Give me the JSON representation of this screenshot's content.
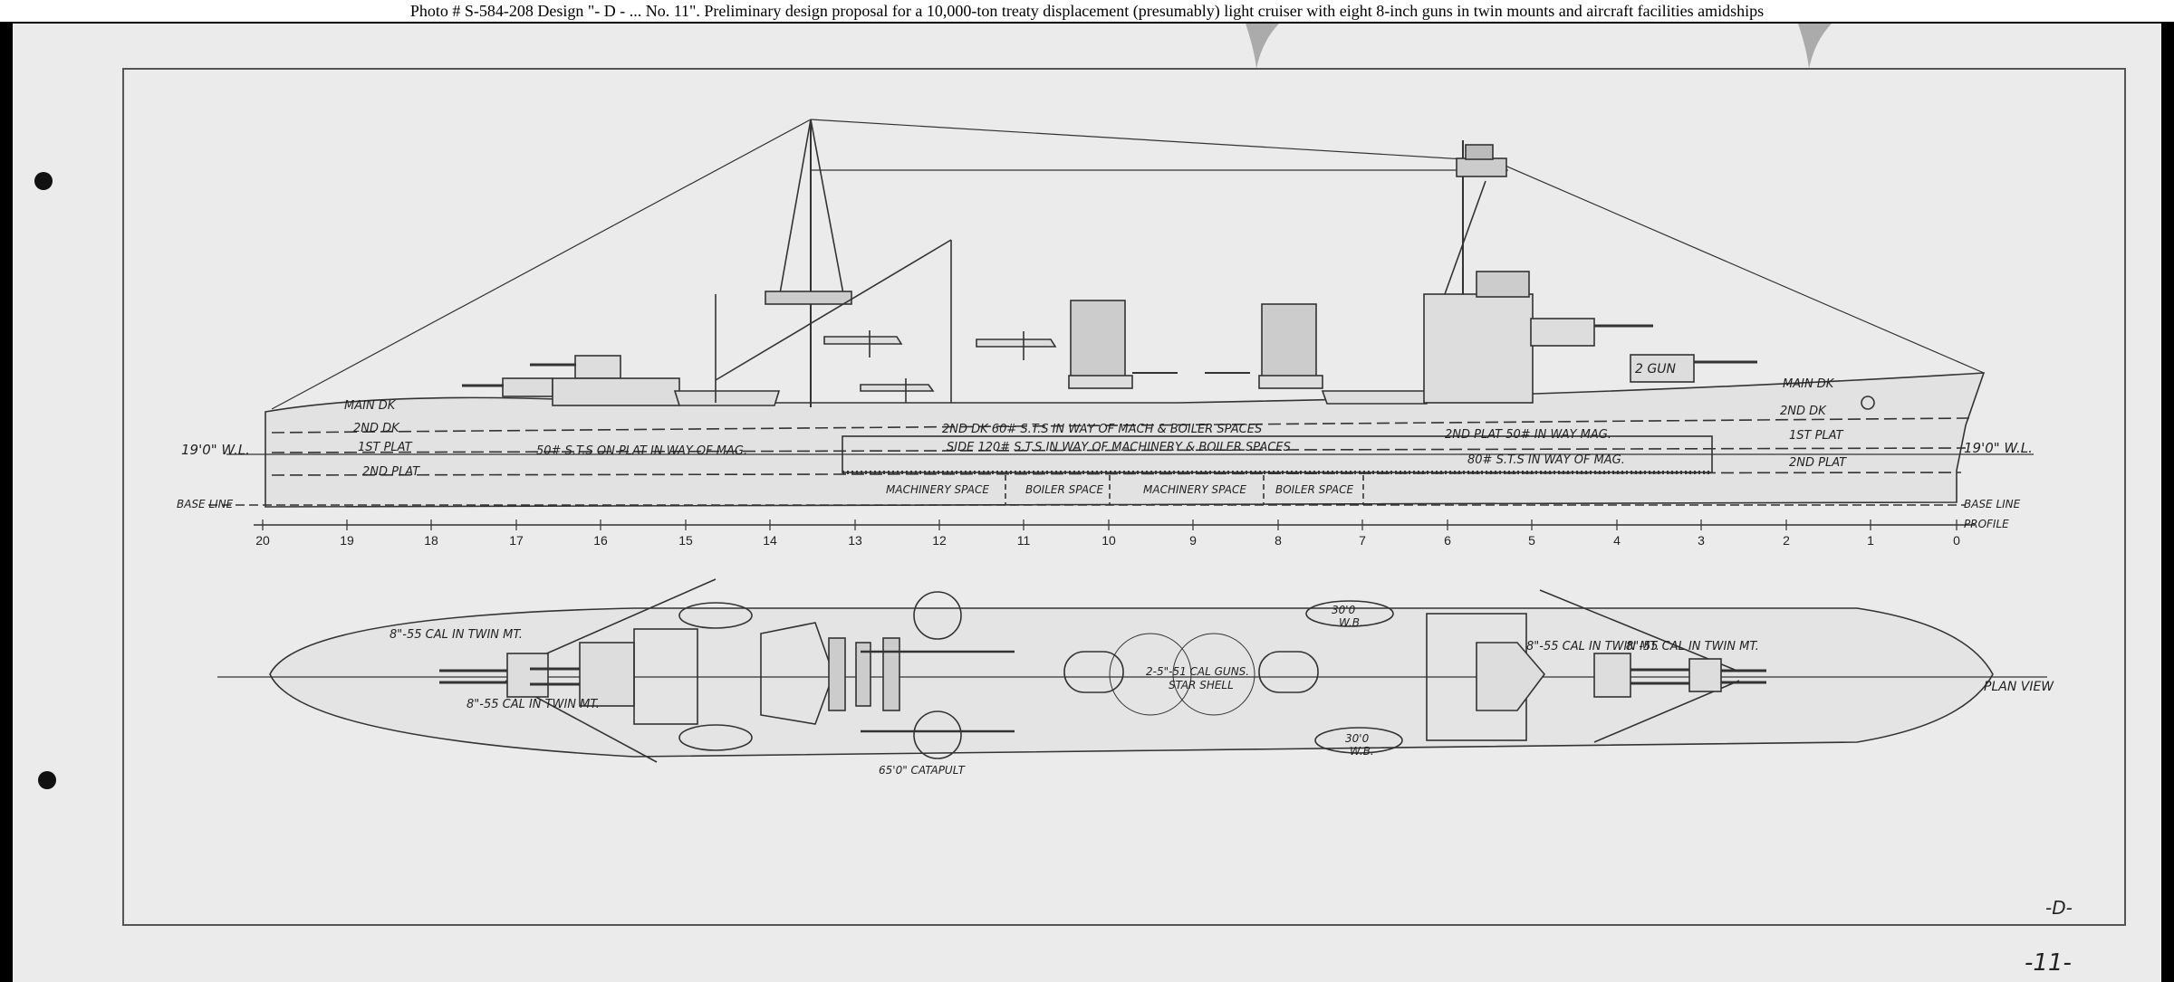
{
  "caption": "Photo # S-584-208 Design \"- D - ... No. 11\". Preliminary design proposal for a 10,000-ton treaty displacement (presumably) light cruiser with eight 8-inch guns in twin mounts and aircraft facilities amidships",
  "profile": {
    "decks": [
      "MAIN DK",
      "2ND DK",
      "1ST PLAT",
      "2ND PLAT"
    ],
    "decks_bow": [
      "MAIN DK",
      "2ND DK",
      "1ST PLAT",
      "2ND PLAT"
    ],
    "waterline_aft": "19'0\" W.L.",
    "waterline_fwd": "19'0\" W.L.",
    "baseline_aft": "BASE LINE",
    "baseline_fwd": "BASE LINE",
    "profile_label": "PROFILE",
    "armor_mag_aft": "50# S.T.S ON PLAT IN WAY OF MAG.",
    "armor_deck": "2ND DK 60# S.T.S IN WAY OF MACH & BOILER SPACES",
    "armor_side": "SIDE 120# S.T.S IN WAY OF MACHINERY & BOILER SPACES",
    "armor_plat_fwd": "2ND PLAT 50# IN WAY MAG.",
    "armor_mag_fwd": "80# S.T.S IN WAY OF MAG.",
    "spaces": [
      "MACHINERY SPACE",
      "BOILER SPACE",
      "MACHINERY SPACE",
      "BOILER SPACE"
    ],
    "gun_label": "2 GUN",
    "stations": [
      "20",
      "19",
      "18",
      "17",
      "16",
      "15",
      "14",
      "13",
      "12",
      "11",
      "10",
      "9",
      "8",
      "7",
      "6",
      "5",
      "4",
      "3",
      "2",
      "1",
      "0"
    ]
  },
  "plan": {
    "plan_view": "PLAN VIEW",
    "guns_aft_1": "8\"-55 CAL IN TWIN MT.",
    "guns_aft_2": "8\"-55 CAL IN TWIN MT.",
    "guns_fwd_1": "8\"-55 CAL IN TWIN MT.",
    "guns_fwd_2": "8\"-55 CAL IN TWIN MT.",
    "secondary_1": "2-5\"-51 CAL GUNS.",
    "secondary_2": "STAR SHELL",
    "boat_1a": "30'0",
    "boat_1b": "W.B.",
    "boat_2a": "30'0",
    "boat_2b": "W.B.",
    "catapult": "65'0\" CATAPULT"
  },
  "margin": {
    "mark_d": "-D-",
    "sheet_no": "-11-"
  }
}
